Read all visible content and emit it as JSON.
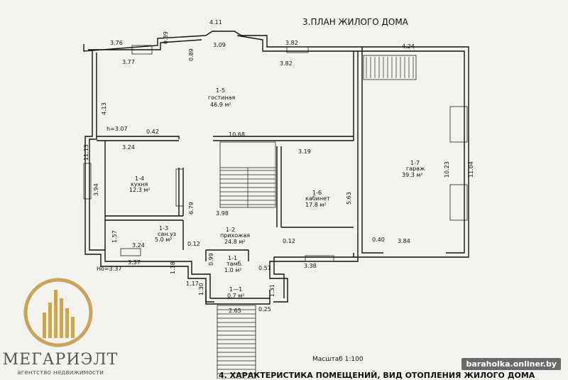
{
  "title": "3.ПЛАН ЖИЛОГО ДОМА",
  "rooms": [
    {
      "id": "1-5",
      "name": "гостиная",
      "area": "46.9 м²"
    },
    {
      "id": "1-4",
      "name": "кухня",
      "area": "12.3 м²"
    },
    {
      "id": "1-6",
      "name": "кабинет",
      "area": "17.8 м²"
    },
    {
      "id": "1-7",
      "name": "гараж",
      "area": "39.3 м²"
    },
    {
      "id": "1-3",
      "name": "сан.уз",
      "area": "5.0 м²"
    },
    {
      "id": "1-2",
      "name": "прихожая",
      "area": "24.8 м²"
    },
    {
      "id": "1-1",
      "name": "тамб.",
      "area": "1.0 м²"
    },
    {
      "id": "1—1",
      "name": "",
      "area": "0.7 м²"
    }
  ],
  "dims": {
    "d_411": "4.11",
    "d_309": "3.09",
    "d_376": "3.76",
    "d_377": "3.77",
    "d_089a": "0.89",
    "d_089b": "0.89",
    "d_382a": "3.82",
    "d_382b": "3.82",
    "d_424": "4.24",
    "d_413": "4.13",
    "d_h307": "h=3.07",
    "d_042": "0.42",
    "d_1068": "10.68",
    "d_1113": "11.13",
    "d_324a": "3.24",
    "d_319": "3.19",
    "d_394": "3.94",
    "d_679": "6.79",
    "d_398": "3.98",
    "d_563": "5.63",
    "d_1023": "10.23",
    "d_1104": "11.04",
    "d_157": "1.57",
    "d_012a": "0.12",
    "d_012b": "0.12",
    "d_040": "0.40",
    "d_384": "3.84",
    "d_324b": "3.24",
    "d_337": "3.37",
    "d_ho337": "Ho=3.37",
    "d_118": "1.18",
    "d_099": "0.99",
    "d_051": "0.51",
    "d_338": "3.38",
    "d_117": "1.17",
    "d_130": "1.30",
    "d_131": "1.31",
    "d_265": "2.65",
    "d_025": "0.25"
  },
  "scale": "Масштаб 1:100",
  "bottom_text": "4. ХАРАКТЕРИСТИКА ПОМЕЩЕНИЙ, ВИД ОТОПЛЕНИЯ ЖИЛОГО ДОМА",
  "logo": {
    "name": "МЕГАРИЭЛТ",
    "subtitle": "агентство недвижимости",
    "color": "#c9a55a"
  },
  "watermark": "baraholka.onliner.by"
}
